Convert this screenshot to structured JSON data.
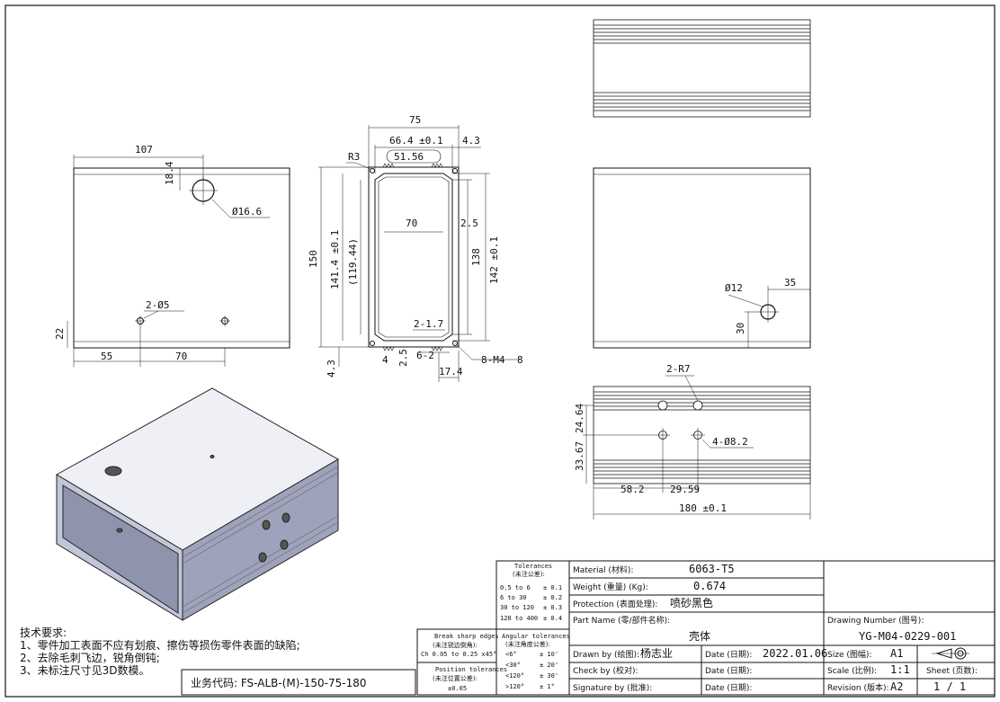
{
  "drawing": {
    "side_view": {
      "dim_top": "107",
      "dim_hole_offset": "18.4",
      "dim_hole_dia": "Ø16.6",
      "dim_small_holes": "2-Ø5",
      "dim_height": "22",
      "dim_left": "55",
      "dim_pitch": "70"
    },
    "section_view": {
      "dim_width": "75",
      "dim_inner": "66.4 ±0.1",
      "dim_inner_ref": "51.56",
      "dim_lip": "4.3",
      "dim_radius": "R3",
      "dim_height": "150",
      "dim_inner_h": "141.4 ±0.1",
      "dim_inner_h_ref": "(119.44)",
      "dim_slot_w": "70",
      "dim_wall": "2.5",
      "dim_outer_h": "138",
      "dim_outer_h2": "142 ±0.1",
      "dim_groove": "2-1.7",
      "dim_foot": "4.3",
      "dim_4": "4",
      "dim_25": "2.5",
      "dim_62": "6-2",
      "dim_174": "17.4",
      "dim_thread": "8-M4",
      "dim_thread_depth": "8"
    },
    "right_view": {
      "dim_hole": "Ø12",
      "dim_35": "35",
      "dim_30": "30"
    },
    "bottom_view": {
      "dim_r7": "2-R7",
      "dim_2464": "24.64",
      "dim_3367": "33.67",
      "dim_holes": "4-Ø8.2",
      "dim_582": "58.2",
      "dim_2959": "29.59",
      "dim_180": "180 ±0.1"
    }
  },
  "notes": {
    "title": "技术要求:",
    "items": [
      "1、零件加工表面不应有划痕、擦伤等损伤零件表面的缺陷;",
      "2、去除毛刺飞边，锐角倒钝;",
      "3、未标注尺寸见3D数模。"
    ],
    "business_code": "业务代码: FS-ALB-(M)-150-75-180"
  },
  "title_block": {
    "tolerances_title": "Tolerances",
    "tolerances_sub": "(未注公差):",
    "tolerances": [
      [
        "0.5 to 6",
        "± 0.1"
      ],
      [
        "6 to 30",
        "± 0.2"
      ],
      [
        "30 to 120",
        "± 0.3"
      ],
      [
        "120 to 400",
        "± 0.4"
      ]
    ],
    "break_edges": [
      "Break sharp edges",
      "(未注锐边倒角):",
      "Ch 0.05 to 0.25 x45°"
    ],
    "position_tol": [
      "Position tolerances",
      "(未注位置公差):",
      "±0.05"
    ],
    "angular_title": "Angular tolerances",
    "angular_sub": "(未注角度公差):",
    "angular": [
      [
        "<6°",
        "± 10'"
      ],
      [
        "<30°",
        "± 20'"
      ],
      [
        "<120°",
        "± 30'"
      ],
      [
        ">120°",
        "± 1°"
      ]
    ],
    "material_label": "Material (材料):",
    "material_value": "6063-T5",
    "weight_label": "Weight (重量) (Kg):",
    "weight_value": "0.674",
    "protection_label": "Protection (表面处理):",
    "protection_value": "喷砂黑色",
    "part_name_label": "Part Name (零/部件名称):",
    "part_name_value": "壳体",
    "drawn_label": "Drawn by (绘图):",
    "drawn_value": "杨志业",
    "check_label": "Check by (校对):",
    "signature_label": "Signature by (批准):",
    "date_label": "Date (日期):",
    "date_value": "2022.01.06",
    "drawing_number_label": "Drawing Number (图号):",
    "drawing_number_value": "YG-M04-0229-001",
    "size_label": "Size (图幅):",
    "size_value": "A1",
    "scale_label": "Scale (比例):",
    "scale_value": "1:1",
    "revision_label": "Revision (版本):",
    "revision_value": "A2",
    "sheet_label": "Sheet (页数):",
    "sheet_value": "1 / 1"
  }
}
